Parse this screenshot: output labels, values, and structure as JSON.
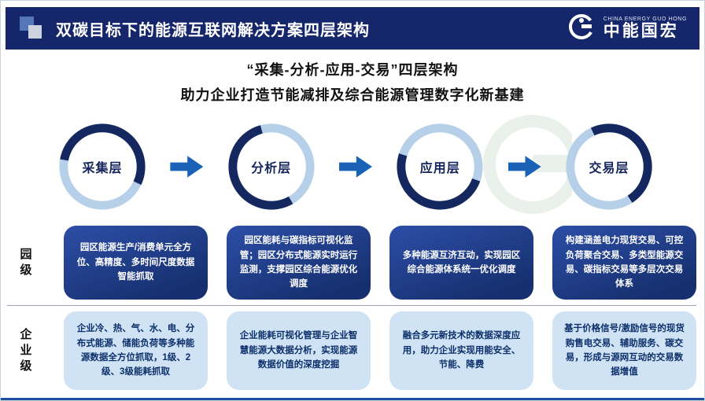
{
  "slide": {
    "header": {
      "title": "双碳目标下的能源互联网解决方案四层架构",
      "logo": {
        "cn": "中能国宏",
        "en": "CHINA ENERGY GUO HONG"
      }
    },
    "intro": {
      "line1": "“采集-分析-应用-交易”四层架构",
      "line2": "助力企业打造节能减排及综合能源管理数字化新基建"
    },
    "layers": [
      {
        "label": "采集层"
      },
      {
        "label": "分析层"
      },
      {
        "label": "应用层"
      },
      {
        "label": "交易层"
      }
    ],
    "rows": [
      {
        "label": "园级",
        "cells": [
          "园区能源生产/消费单元全方位、高精度、多时间尺度数据智能抓取",
          "园区能耗与碳指标可视化监管；园区分布式能源实时运行监测，支撑园区综合能源优化调度",
          "多种能源互济互动，实现园区综合能源体系统一优化调度",
          "构建涵盖电力现货交易、可控负荷聚合交易、多类型能源交易、碳指标交易等多层次交易体系"
        ]
      },
      {
        "label": "企业级",
        "cells": [
          "企业冷、热、气、水、电、分布式能源、储能负荷等多种能源数据全方位抓取，1级、2级、3级能耗抓取",
          "企业能耗可视化管理与企业智慧能源大数据分析，实现能源数据价值的深度挖掘",
          "融合多元新技术的数据深度应用，助力企业实现用能安全、节能、降费",
          "基于价格信号/激励信号的现货购售电交易、辅助服务、碳交易，形成与源网互动的交易数据增值"
        ]
      }
    ],
    "colors": {
      "header_bg": "#16266b",
      "arrow_blue": "#1a62b5",
      "ring_dark": "#14285f",
      "ring_light": "#b7d0ea",
      "dark_box": "#1c3a87",
      "light_box": "#cfe3f4"
    }
  }
}
